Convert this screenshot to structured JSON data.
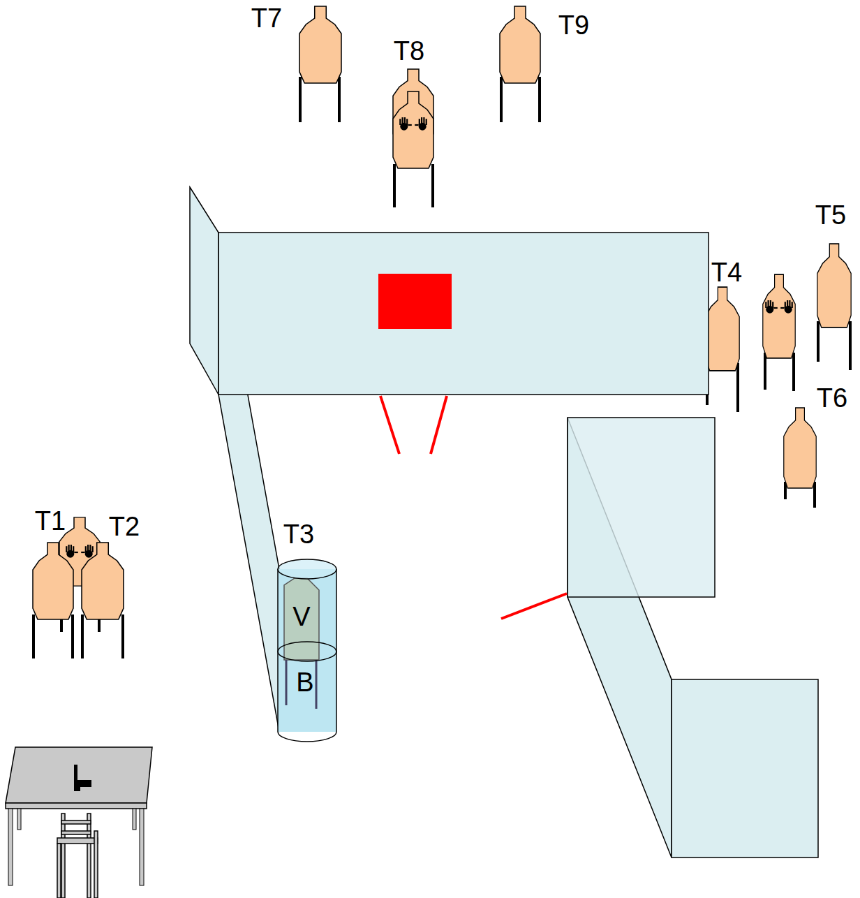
{
  "diagram": {
    "nodes": [
      {
        "text": [
          "T7"
        ]
      },
      {
        "text": [
          "T8"
        ]
      },
      {
        "text": [
          "T9"
        ]
      },
      {
        "text": [
          "T5"
        ]
      },
      {
        "text": [
          "T4"
        ]
      },
      {
        "text": [
          "T6"
        ]
      },
      {
        "text": [
          "T1"
        ]
      },
      {
        "text": [
          "T2"
        ]
      },
      {
        "text": [
          "T3",
          "V",
          "B"
        ]
      }
    ]
  }
}
